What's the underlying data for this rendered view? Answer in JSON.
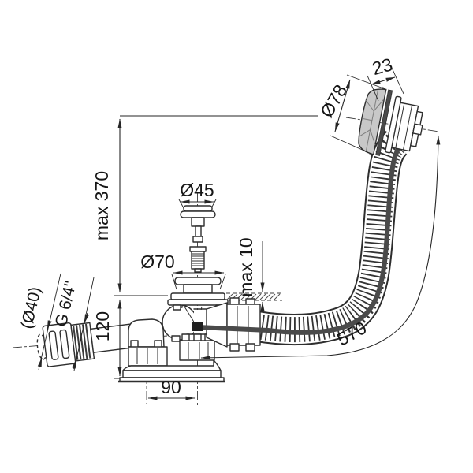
{
  "drawing": {
    "background": "#ffffff",
    "line_color": "#2e2e2e",
    "shade_color": "#c8c8c8",
    "stripe_color": "#4a4a4a",
    "dimensions": {
      "max_install_height": "max 370",
      "trap_height": "120",
      "plug_diameter": "Ø45",
      "flange_diameter": "Ø70",
      "tub_wall_max_thickness": "max 10",
      "overflow_cap_depth": "23",
      "overflow_cap_diameter": "Ø78",
      "outlet_offset": "90",
      "hose_length": "570",
      "outlet_pipe_diameter": "(Ø40)",
      "outlet_thread": "G 6/4\""
    }
  }
}
